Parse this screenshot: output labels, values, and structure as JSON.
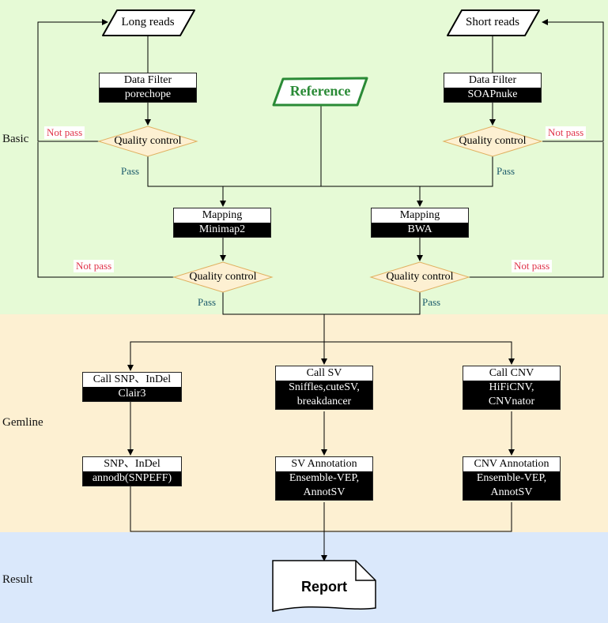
{
  "sections": {
    "basic": "Basic",
    "germline": "Gemline",
    "result": "Result"
  },
  "inputs": {
    "long_reads": "Long reads",
    "short_reads": "Short reads",
    "reference": "Reference"
  },
  "filters": {
    "left": {
      "title": "Data Filter",
      "tool": "porechope"
    },
    "right": {
      "title": "Data Filter",
      "tool": "SOAPnuke"
    }
  },
  "mapping": {
    "left": {
      "title": "Mapping",
      "tool": "Minimap2"
    },
    "right": {
      "title": "Mapping",
      "tool": "BWA"
    }
  },
  "qc_label": "Quality control",
  "pass_label": "Pass",
  "not_pass_label": "Not pass",
  "calls": {
    "snp": {
      "title": "Call SNP、InDel",
      "tool": [
        "Clair3"
      ]
    },
    "sv": {
      "title": "Call SV",
      "tool": [
        "Sniffles,cuteSV,",
        "breakdancer"
      ]
    },
    "cnv": {
      "title": "Call CNV",
      "tool": [
        "HiFiCNV,",
        "CNVnator"
      ]
    }
  },
  "annotations": {
    "snp": {
      "title": "SNP、InDel",
      "tool": [
        "annodb(SNPEFF)"
      ]
    },
    "sv": {
      "title": "SV Annotation",
      "tool": [
        "Ensemble-VEP,",
        "AnnotSV"
      ]
    },
    "cnv": {
      "title": "CNV Annotation",
      "tool": [
        "Ensemble-VEP,",
        "AnnotSV"
      ]
    }
  },
  "report": "Report"
}
